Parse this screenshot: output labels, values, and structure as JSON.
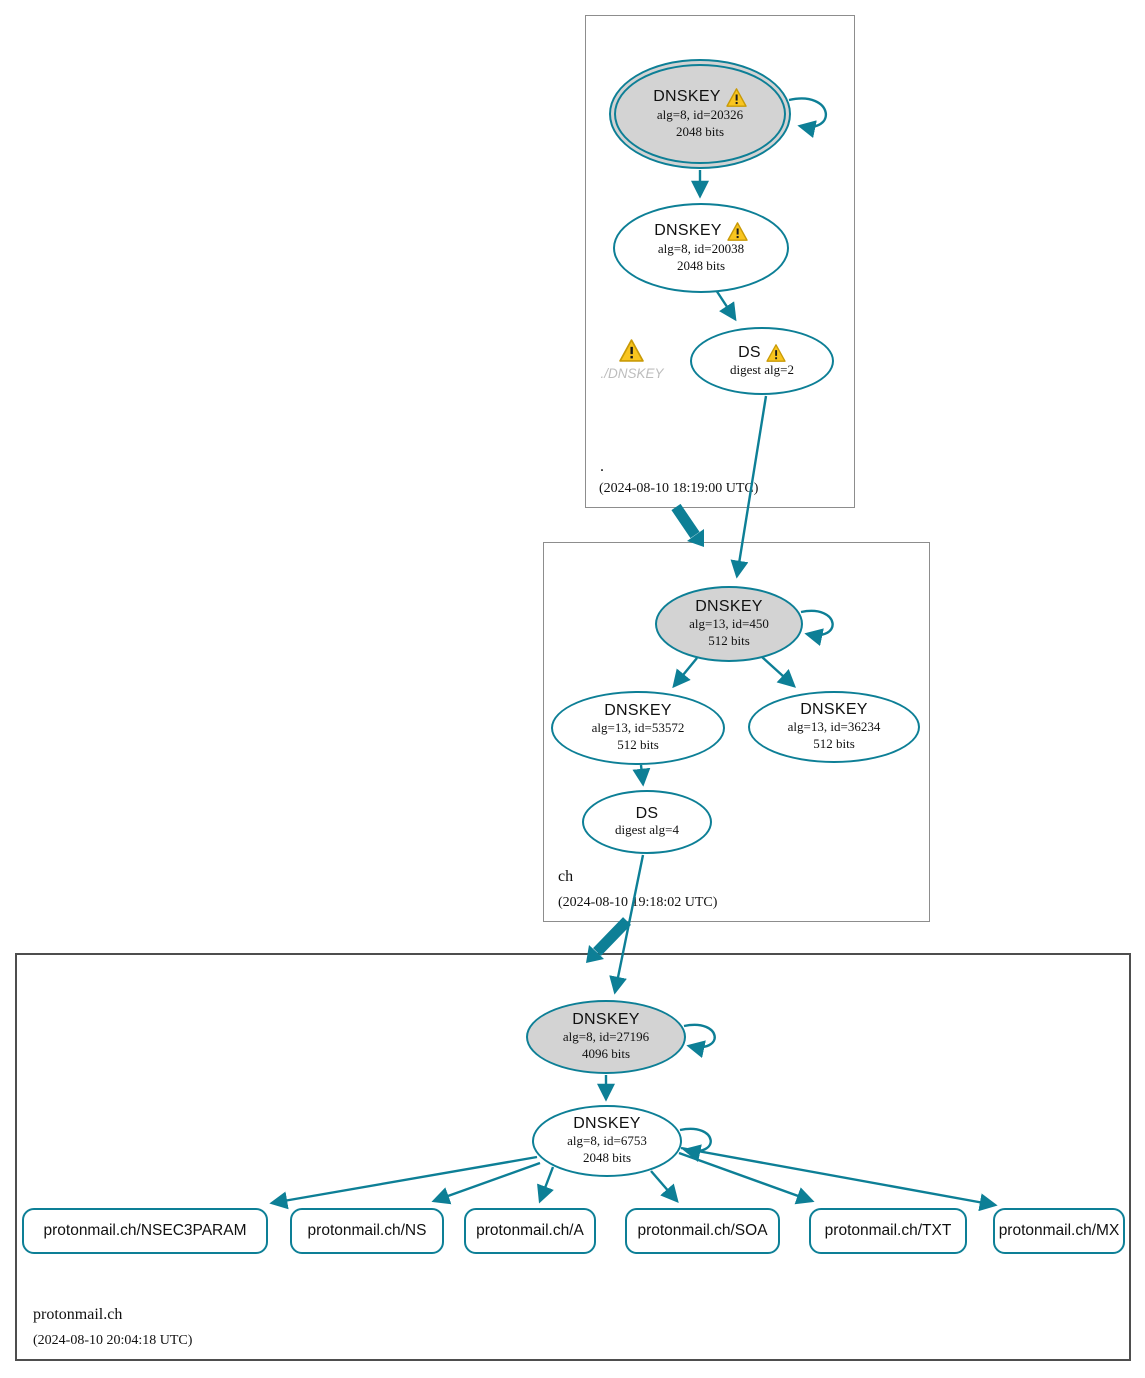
{
  "diagram": {
    "type": "dnssec-authentication-chain",
    "colors": {
      "edge_teal": "#0d7f96",
      "ksk_fill": "#d3d3d3",
      "warning_yellow": "#f9c51f",
      "caption_gray": "#bdbdbd",
      "zone_border_gray": "#8d8d8d",
      "domain_border_gray": "#4e4e4e"
    },
    "zones": {
      "root": {
        "label": ".",
        "timestamp": "(2024-08-10 18:19:00 UTC)",
        "ksk": {
          "title": "DNSKEY",
          "alg": "alg=8, id=20326",
          "bits": "2048 bits"
        },
        "zsk": {
          "title": "DNSKEY",
          "alg": "alg=8, id=20038",
          "bits": "2048 bits"
        },
        "ds": {
          "title": "DS",
          "digest": "digest alg=2"
        },
        "error_caption": "./DNSKEY"
      },
      "ch": {
        "label": "ch",
        "timestamp": "(2024-08-10 19:18:02 UTC)",
        "ksk": {
          "title": "DNSKEY",
          "alg": "alg=13, id=450",
          "bits": "512 bits"
        },
        "zsk1": {
          "title": "DNSKEY",
          "alg": "alg=13, id=53572",
          "bits": "512 bits"
        },
        "zsk2": {
          "title": "DNSKEY",
          "alg": "alg=13, id=36234",
          "bits": "512 bits"
        },
        "ds": {
          "title": "DS",
          "digest": "digest alg=4"
        }
      },
      "protonmail": {
        "label": "protonmail.ch",
        "timestamp": "(2024-08-10 20:04:18 UTC)",
        "ksk": {
          "title": "DNSKEY",
          "alg": "alg=8, id=27196",
          "bits": "4096 bits"
        },
        "zsk": {
          "title": "DNSKEY",
          "alg": "alg=8, id=6753",
          "bits": "2048 bits"
        },
        "rrsets": [
          "protonmail.ch/NSEC3PARAM",
          "protonmail.ch/NS",
          "protonmail.ch/A",
          "protonmail.ch/SOA",
          "protonmail.ch/TXT",
          "protonmail.ch/MX"
        ]
      }
    }
  }
}
